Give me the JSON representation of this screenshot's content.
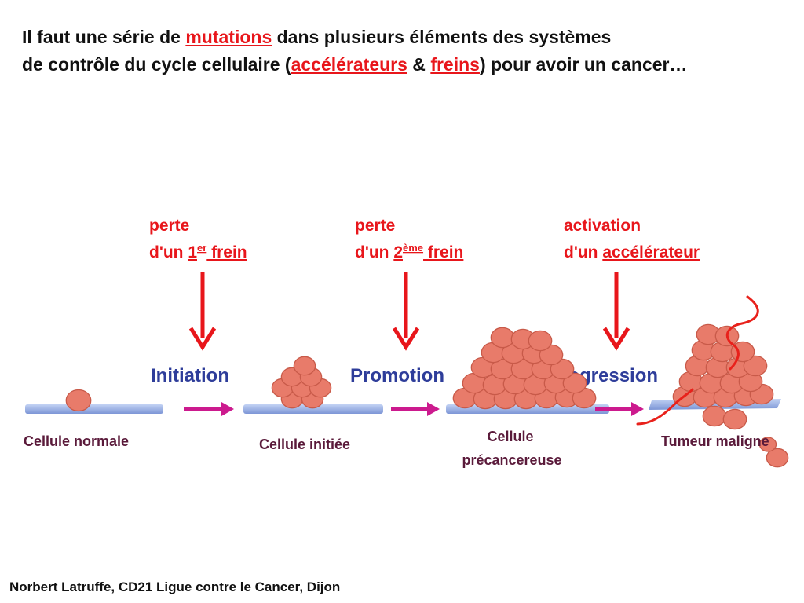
{
  "title": {
    "line1": {
      "before": "Il faut une série de ",
      "highlight": "mutations",
      "after": " dans plusieurs éléments des systèmes"
    },
    "line2": {
      "before": "de contrôle du cycle cellulaire (",
      "highlight1": "accélérateurs",
      "middle": " & ",
      "highlight2": "freins",
      "after": ") pour avoir un cancer…"
    }
  },
  "events": [
    {
      "line1": "perte",
      "line2_prefix": "d'un ",
      "line2_underlined": "1",
      "line2_sup": "er",
      "line2_suffix": " frein"
    },
    {
      "line1": "perte",
      "line2_prefix": "d'un ",
      "line2_underlined": "2",
      "line2_sup": "ème",
      "line2_suffix": " frein"
    },
    {
      "line1": "activation",
      "line2_prefix": "d'un ",
      "line2_underlined": "accélérateur",
      "line2_sup": "",
      "line2_suffix": ""
    }
  ],
  "stages": [
    "Initiation",
    "Promotion",
    "Progression"
  ],
  "cells": [
    {
      "line1": "Cellule normale",
      "line2": ""
    },
    {
      "line1": "Cellule initiée",
      "line2": ""
    },
    {
      "line1": "Cellule",
      "line2": "précancereuse"
    },
    {
      "line1": "Tumeur maligne",
      "line2": ""
    }
  ],
  "credit": "Norbert Latruffe, CD21 Ligue contre le Cancer, Dijon",
  "colors": {
    "accent_red": "#e8161b",
    "stage_blue": "#2e3d9a",
    "progress_magenta": "#cc1a8e",
    "cell_fill": "#e87b6a",
    "cell_stroke": "#c85a49",
    "membrane": "#8fa8e0",
    "cell_label": "#5a1a3a"
  }
}
